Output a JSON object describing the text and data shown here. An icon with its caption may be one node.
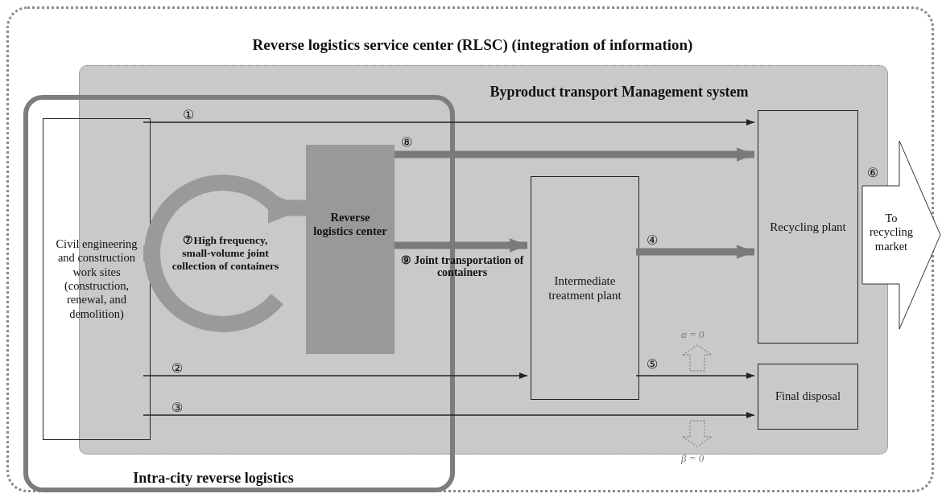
{
  "diagram": {
    "nodes": [
      {
        "text": [
          "Reverse logistics service center (RLSC) (integration of information)"
        ]
      },
      {
        "text": [
          "Byproduct transport Management system"
        ],
        "in": 0
      },
      {
        "text": [
          "Intra-city reverse logistics"
        ],
        "in": 0
      },
      {
        "text": [
          "Civil engineering and construction work sites (construction, renewal, and demolition)"
        ],
        "in": 2
      },
      {
        "text": [
          "Reverse logistics center"
        ]
      },
      {
        "text": [
          "⑦High frequency, small-volume joint collection of containers"
        ]
      },
      {
        "text": [
          "Intermediate treatment plant"
        ],
        "in": 1
      },
      {
        "text": [
          "Recycling plant"
        ],
        "in": 1
      },
      {
        "text": [
          "Final disposal"
        ],
        "in": 1
      },
      {
        "text": [
          "To recycling market"
        ],
        "beside": [
          "⑥"
        ],
        "in": 0
      }
    ],
    "edges": [
      {
        "from": 3,
        "to": 7,
        "arrow": "to",
        "label": "①"
      },
      {
        "from": 3,
        "to": 6,
        "arrow": "to",
        "label": "②"
      },
      {
        "from": 3,
        "to": 8,
        "arrow": "to",
        "label": "③"
      },
      {
        "from": 6,
        "to": 7,
        "arrow": "to",
        "label": "④",
        "style": "thick",
        "color": "#7a7a7a"
      },
      {
        "from": 6,
        "to": 8,
        "arrow": "to",
        "label": "⑤"
      },
      {
        "from": 4,
        "to": 7,
        "arrow": "to",
        "label": "⑧",
        "style": "thick",
        "color": "#7a7a7a"
      },
      {
        "from": 4,
        "to": 6,
        "arrow": "to",
        "label": "⑨ Joint transportation of containers",
        "style": "thick",
        "color": "#7a7a7a"
      },
      {
        "from": 3,
        "to": 4,
        "arrow": "to",
        "style": "thick",
        "color": "#9a9a9a"
      }
    ],
    "labels": [
      "α = 0",
      "β = 0"
    ]
  }
}
